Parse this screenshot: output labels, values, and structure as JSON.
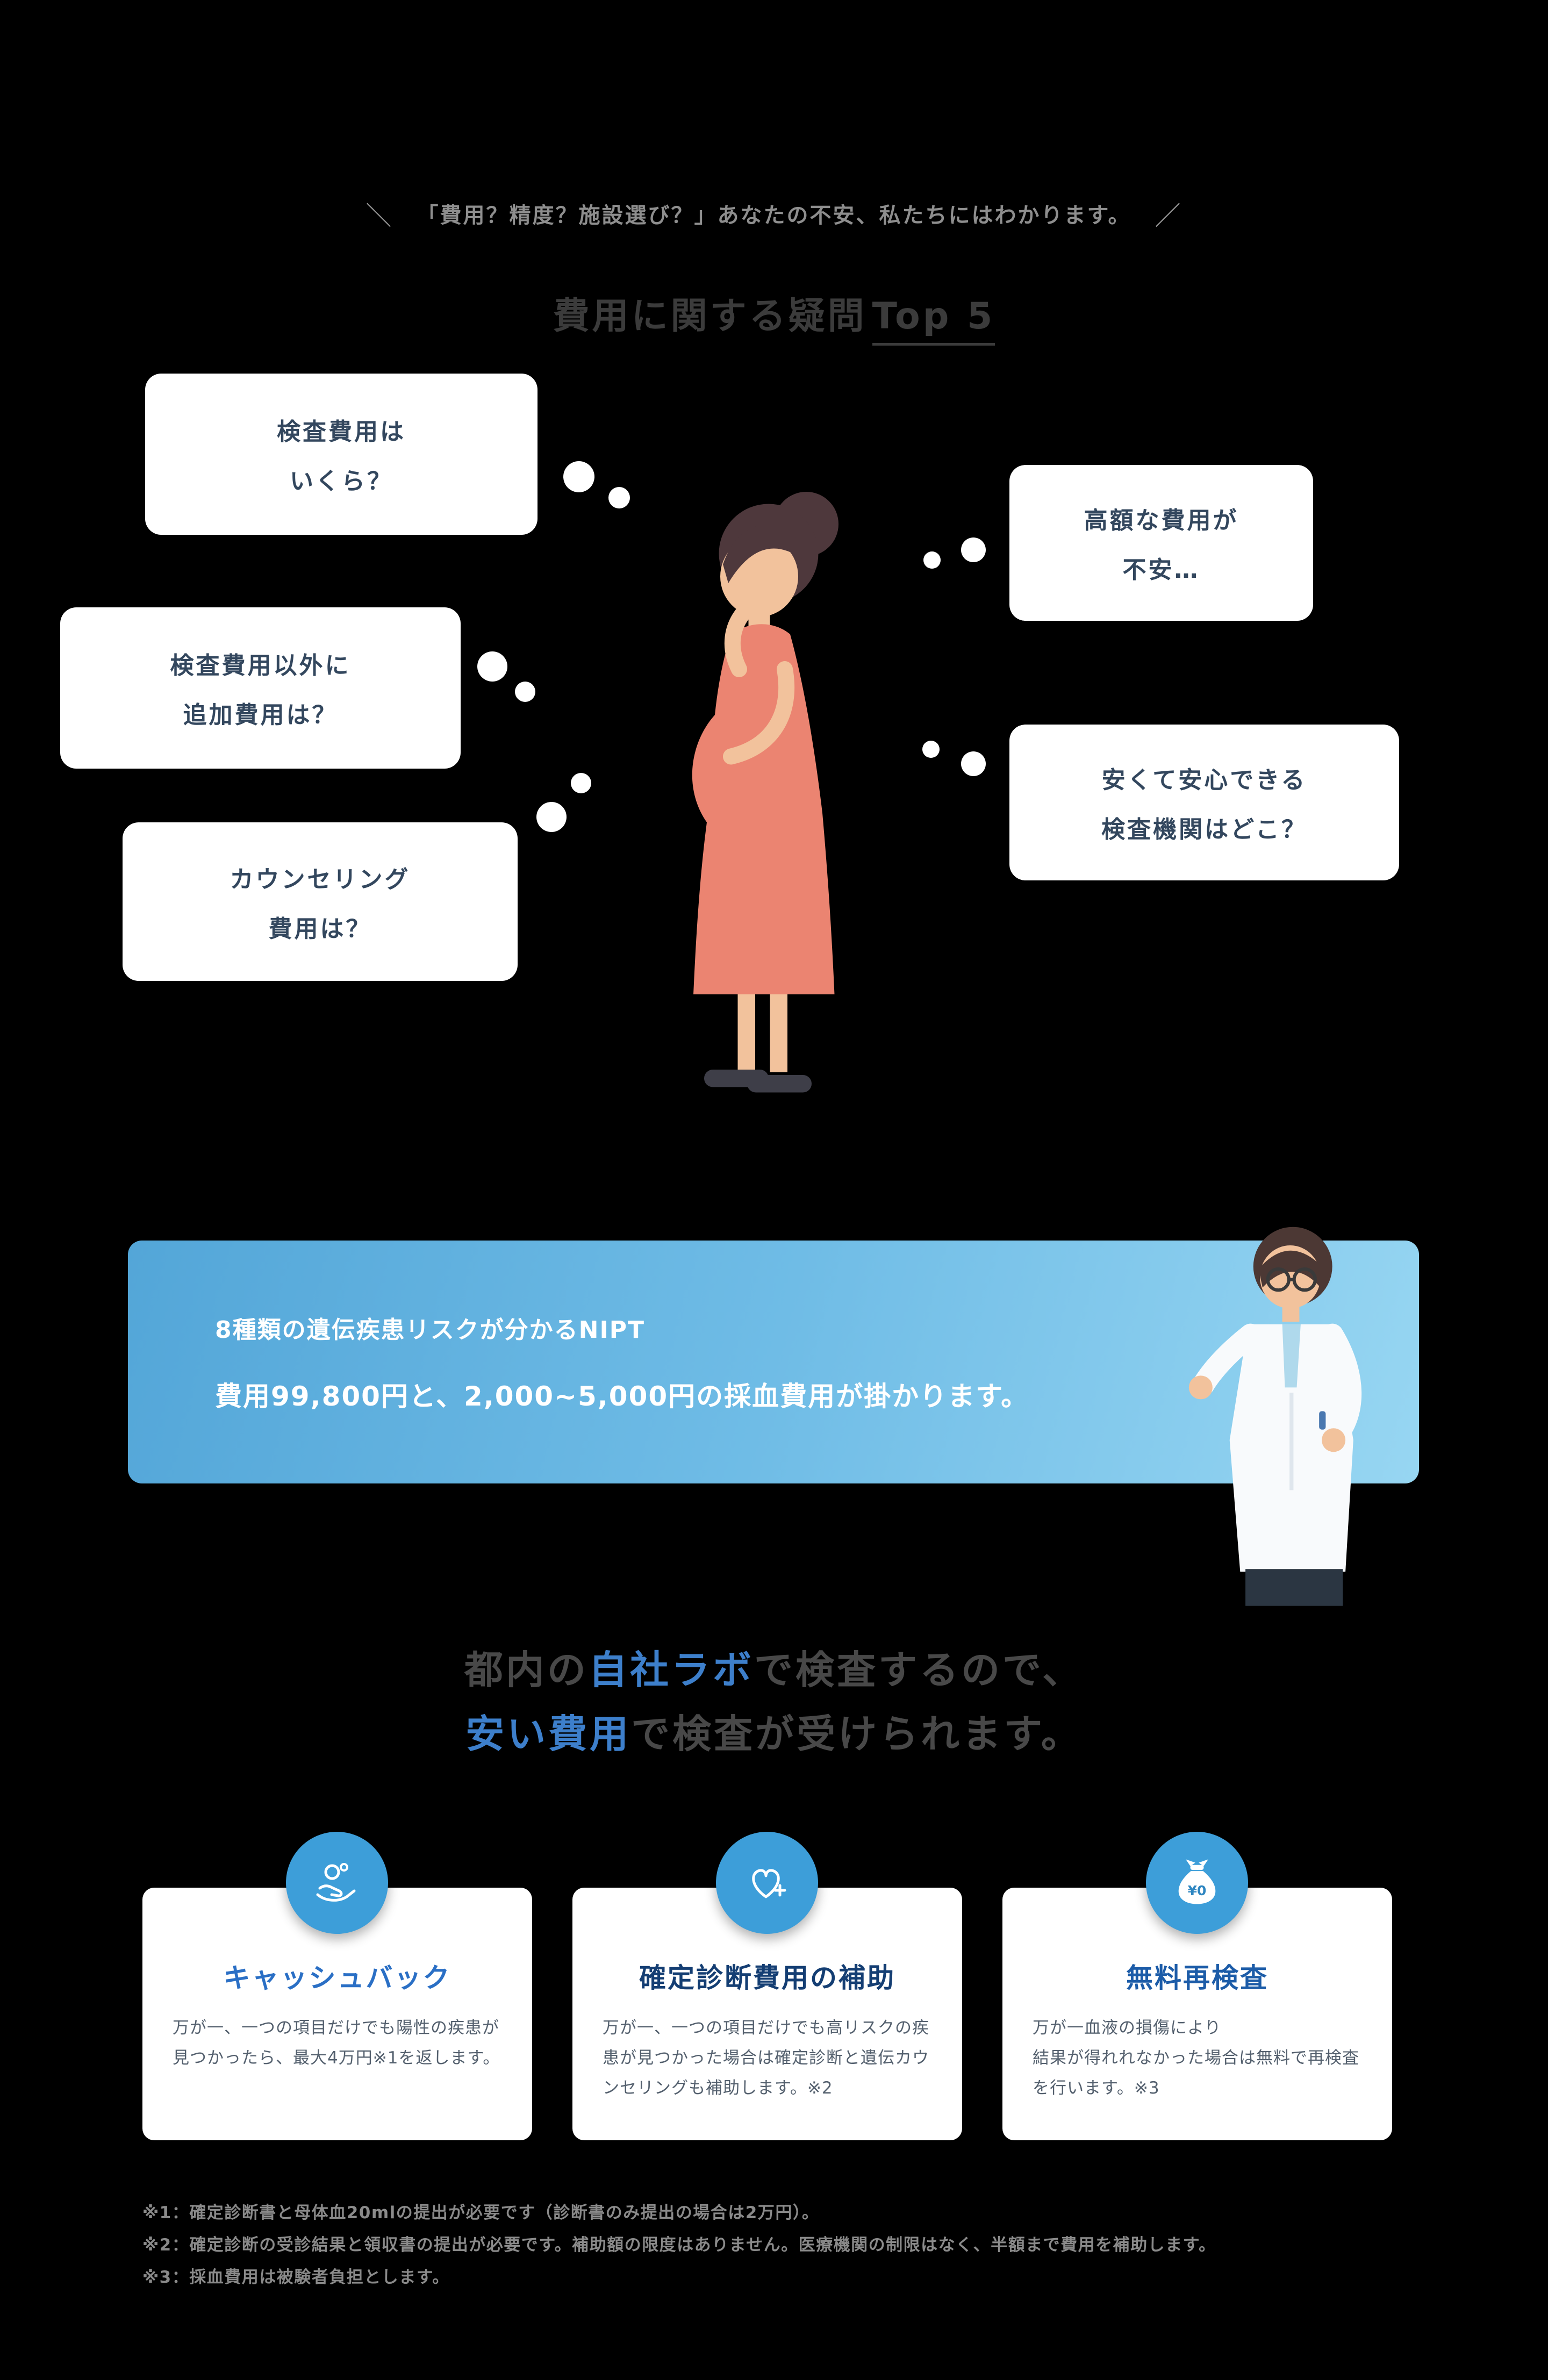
{
  "header": {
    "deco_left": "＼",
    "tagline": "「費用？精度？施設選び？」あなたの不安、私たちにはわかります。",
    "deco_right": "／",
    "title_main": "費用に関する疑問",
    "title_top": "Top 5"
  },
  "bubbles": [
    {
      "lines": [
        "検査費用は",
        "いくら？"
      ]
    },
    {
      "lines": [
        "検査費用以外に",
        "追加費用は？"
      ]
    },
    {
      "lines": [
        "カウンセリング",
        "費用は？"
      ]
    },
    {
      "lines": [
        "高額な費用が",
        "不安…"
      ]
    },
    {
      "lines": [
        "安くて安心できる",
        "検査機関はどこ？"
      ]
    }
  ],
  "illustrations": {
    "woman": "pregnant-woman-thinking-illustration",
    "doctor": "female-doctor-presenting-illustration"
  },
  "answer_box": {
    "line1": "8種類の遺伝疾患リスクが分かるNIPT",
    "line2": "費用99,800円と、2,000~5,000円の採血費用が掛かります。"
  },
  "statement": {
    "line1_pre": "都内の",
    "line1_highlight": "自社ラボ",
    "line1_post": "で検査するので、",
    "line2_highlight": "安い費用",
    "line2_post": "で検査が受けられます。"
  },
  "benefits": [
    {
      "icon": "cashback-hand-coin-icon",
      "title": "キャッシュバック",
      "body": "万が一、一つの項目だけでも陽性の疾患が見つかったら、最大4万円※1を返します。"
    },
    {
      "icon": "heart-plus-icon",
      "title": "確定診断費用の補助",
      "body": "万が一、一つの項目だけでも高リスクの疾患が見つかった場合は確定診断と遺伝カウンセリングも補助します。※2"
    },
    {
      "icon": "money-bag-icon",
      "icon_label": "¥0",
      "title": "無料再検査",
      "body": "万が一血液の損傷により\n結果が得れれなかった場合は無料で再検査を行います。※3"
    }
  ],
  "footnotes": [
    "※1：確定診断書と母体血20mlの提出が必要です（診断書のみ提出の場合は2万円）。",
    "※2：確定診断の受診結果と領収書の提出が必要です。補助額の限度はありません。医療機関の制限はなく、半額まで費用を補助します。",
    "※3：採血費用は被験者負担とします。"
  ],
  "colors": {
    "background": "#000000",
    "accent_blue": "#3D9ED9",
    "highlight_text_blue": "#3D7FCB",
    "answer_box_gradient_start": "#53A6D8",
    "answer_box_gradient_end": "#97D6F2",
    "bubble_text": "#33475E",
    "card_title_blue": "#2A6FC5",
    "card_title_navy": "#143E73"
  }
}
